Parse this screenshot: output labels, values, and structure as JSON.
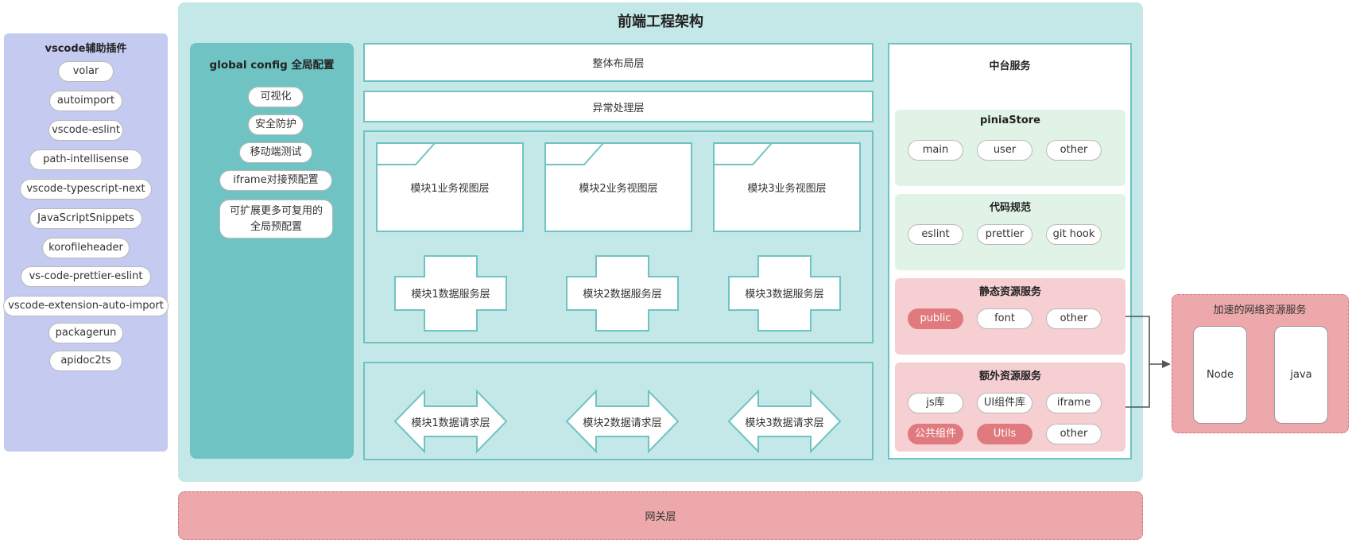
{
  "plugins": {
    "title": "vscode辅助插件",
    "items": [
      "volar",
      "autoimport",
      "vscode-eslint",
      "path-intellisense",
      "vscode-typescript-next",
      "JavaScriptSnippets",
      "korofileheader",
      "vs-code-prettier-eslint",
      "vscode-extension-auto-import",
      "packagerun",
      "apidoc2ts"
    ]
  },
  "main": {
    "title": "前端工程架构"
  },
  "global_config": {
    "title": "global config 全局配置",
    "items": [
      "可视化",
      "安全防护",
      "移动端测试",
      "iframe对接预配置"
    ],
    "last_item_line1": "可扩展更多可复用的",
    "last_item_line2": "全局预配置"
  },
  "layers": {
    "layout": "整体布局层",
    "exception": "异常处理层",
    "views": [
      "模块1业务视图层",
      "模块2业务视图层",
      "模块3业务视图层"
    ],
    "services": [
      "模块1数据服务层",
      "模块2数据服务层",
      "模块3数据服务层"
    ],
    "requests": [
      "模块1数据请求层",
      "模块2数据请求层",
      "模块3数据请求层"
    ]
  },
  "middle": {
    "title": "中台服务",
    "pinia": {
      "title": "piniaStore",
      "items": [
        "main",
        "user",
        "other"
      ]
    },
    "code": {
      "title": "代码规范",
      "items": [
        "eslint",
        "prettier",
        "git hook"
      ]
    },
    "static": {
      "title": "静态资源服务",
      "items": [
        "public",
        "font",
        "other"
      ]
    },
    "extra": {
      "title": "额外资源服务",
      "row1": [
        "js库",
        "UI组件库",
        "iframe"
      ],
      "row2": [
        "公共组件",
        "Utils",
        "other"
      ]
    }
  },
  "network": {
    "title": "加速的网络资源服务",
    "nodes": [
      "Node",
      "java"
    ]
  },
  "gateway": {
    "label": "网关层"
  },
  "colors": {
    "teal_bg": "#c4e7e7",
    "teal_dark": "#6fc3c3",
    "purple_bg": "#c5caf0",
    "green_panel": "#e0f3e6",
    "pink_panel": "#f5cfd1",
    "red_pill": "#e07a7e",
    "gateway_bg": "#eca8aa",
    "gateway_border": "#d9737a"
  }
}
